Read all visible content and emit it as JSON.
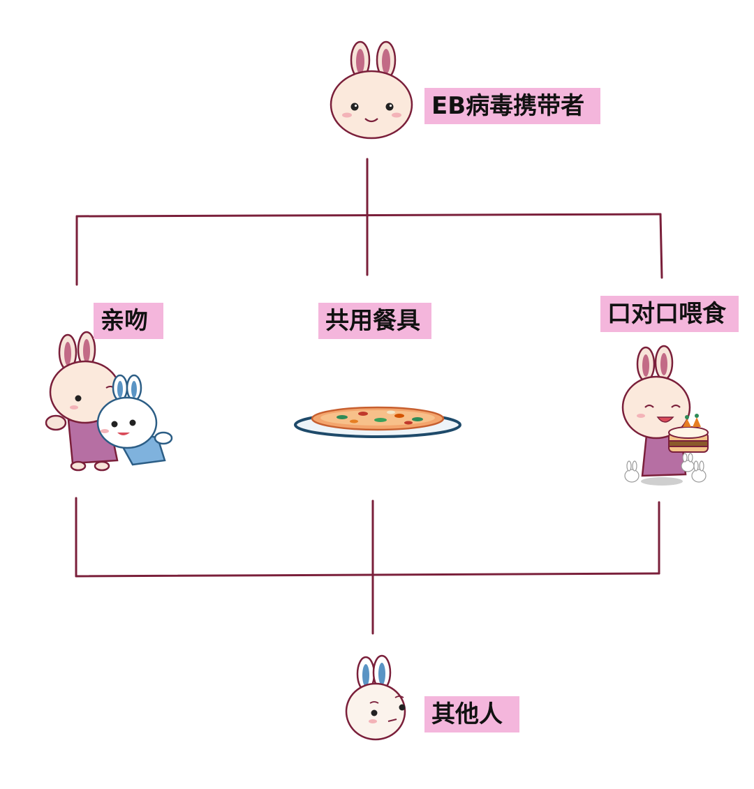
{
  "nodes": {
    "carrier": {
      "label": "EB病毒携带者",
      "icon": "pink-bunny-head-icon"
    },
    "kiss": {
      "label": "亲吻",
      "icon": "bunnies-hugging-kiss-icon"
    },
    "share": {
      "label": "共用餐具",
      "icon": "pizza-plate-icon"
    },
    "feed": {
      "label": "口对口喂食",
      "icon": "bunny-with-cake-icon"
    },
    "others": {
      "label": "其他人",
      "icon": "blue-bunny-head-icon"
    }
  },
  "colors": {
    "line": "#7a1f3a",
    "label_bg": "#f4b6dc",
    "pink_ear": "#c26a86",
    "blue_ear": "#5a94c4"
  }
}
